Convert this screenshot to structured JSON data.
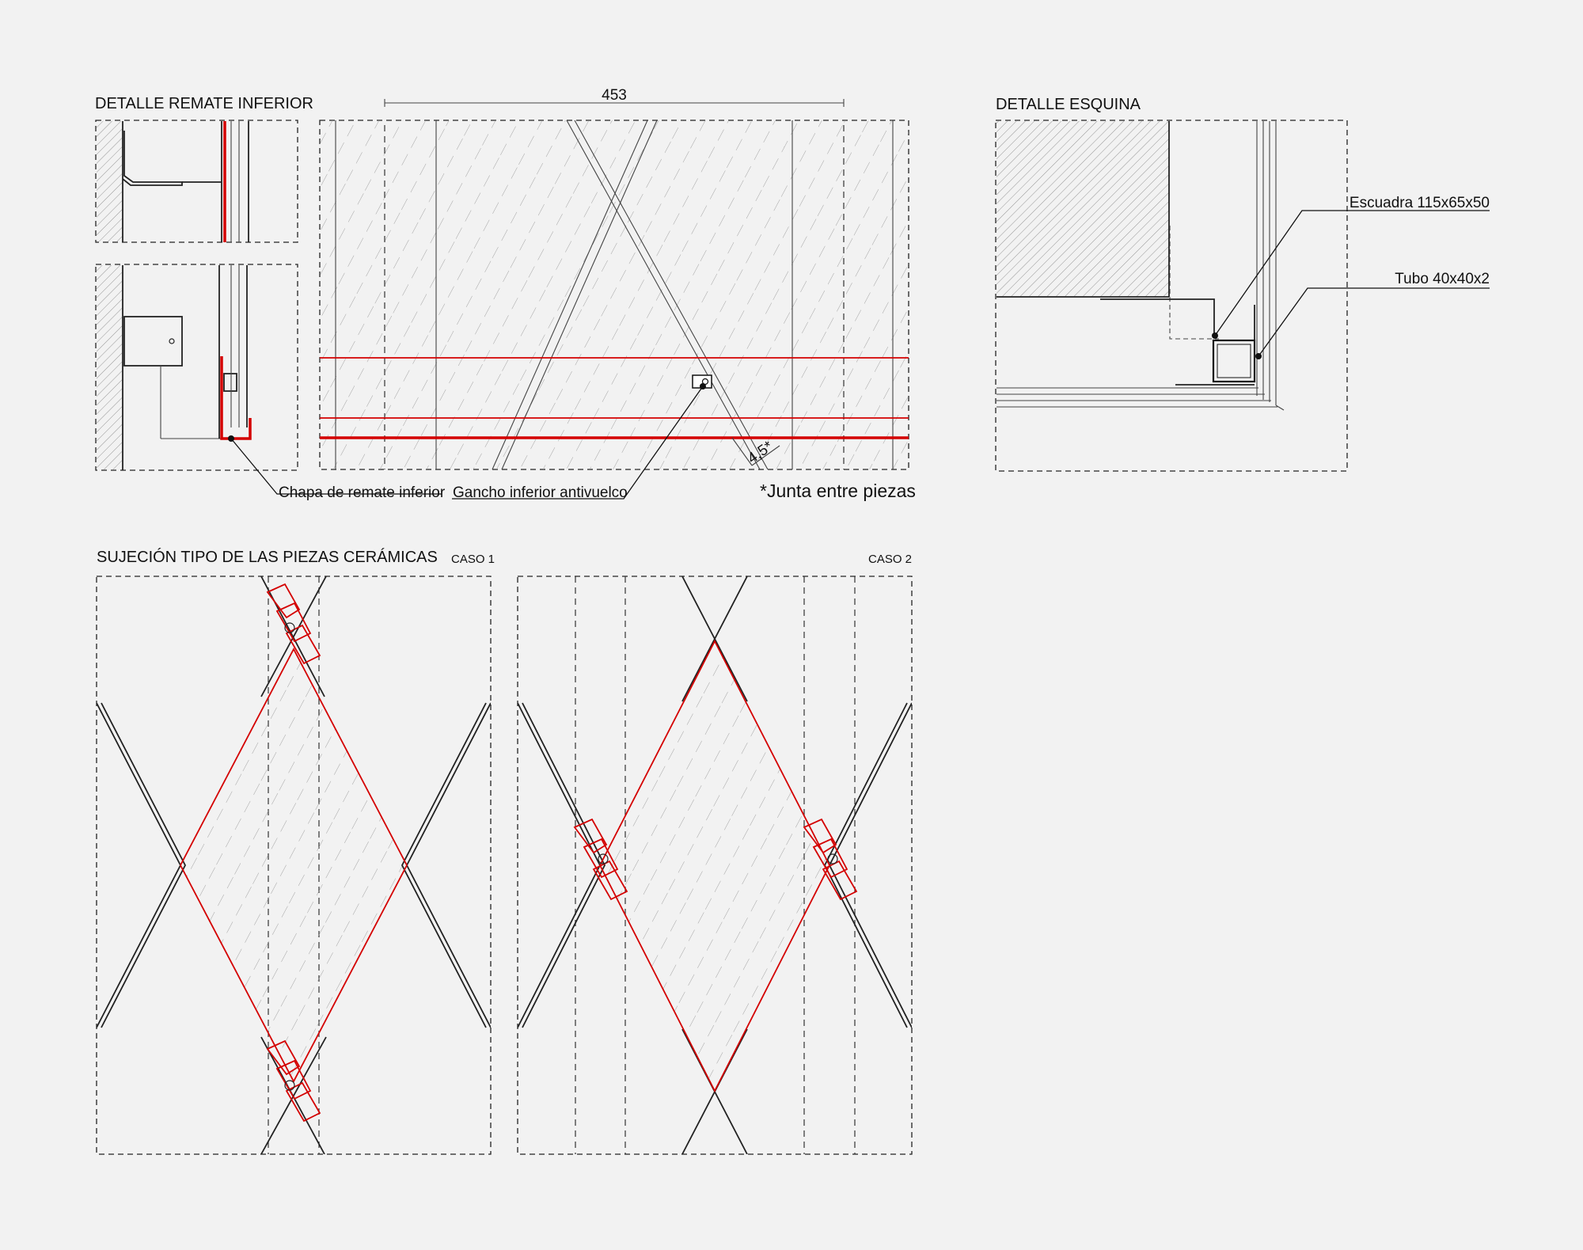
{
  "titles": {
    "detalle_remate": "DETALLE REMATE INFERIOR",
    "detalle_esquina": "DETALLE ESQUINA",
    "sujecion": "SUJECIÓN TIPO DE LAS PIEZAS CERÁMICAS",
    "caso1": "CASO 1",
    "caso2": "CASO 2"
  },
  "dimensions": {
    "width": "453",
    "joint": "4,5*"
  },
  "labels": {
    "chapa": "Chapa de remate inferior",
    "gancho": "Gancho inferior antivuelco",
    "escuadra": "Escuadra 115x65x50",
    "tubo": "Tubo 40x40x2"
  },
  "notes": {
    "junta": "*Junta entre piezas"
  },
  "colors": {
    "background": "#f2f2f2",
    "line": "#222222",
    "accent_red": "#d40000",
    "hatch": "#9a9a9a"
  }
}
